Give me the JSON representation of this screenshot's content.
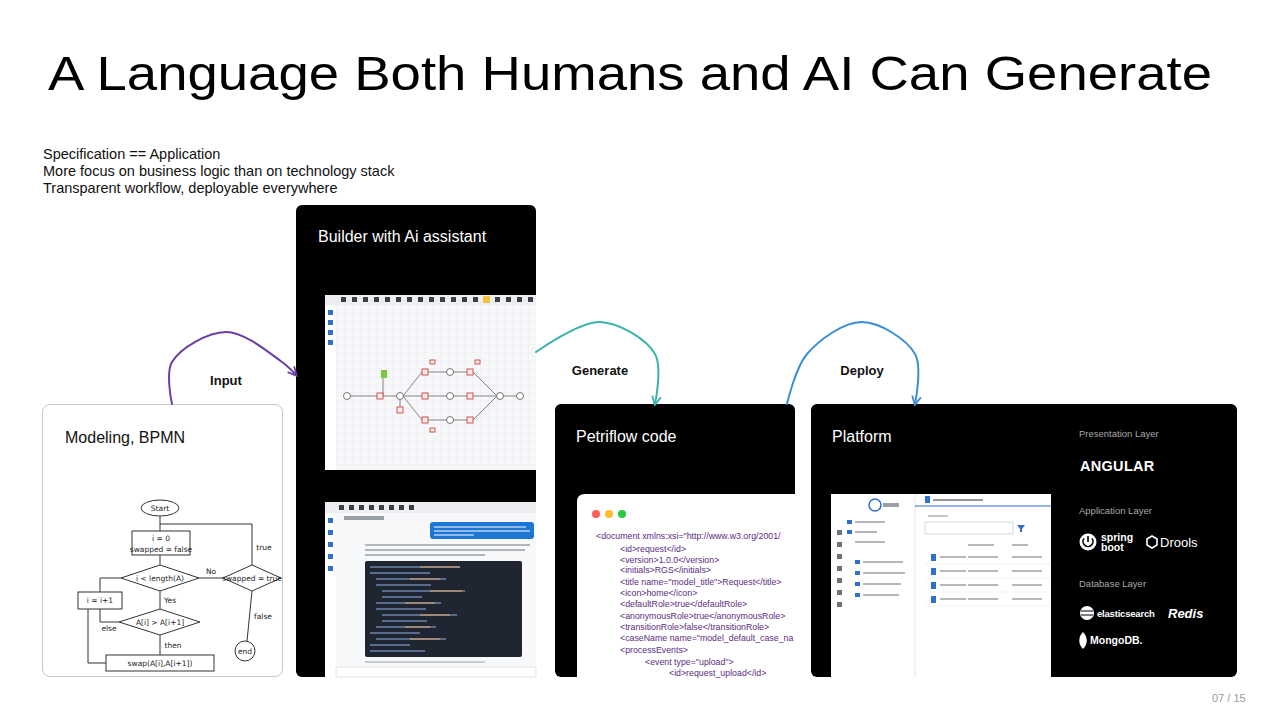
{
  "diagram": {
    "title": "A Language Both Humans and AI Can Generate",
    "nodes": [
      {
        "text": [
          "Modeling, BPMN"
        ]
      },
      {
        "text": [
          "Builder with Ai assistant"
        ]
      },
      {
        "text": [
          "Petriflow code"
        ]
      },
      {
        "text": [
          "Platform",
          "Presentation Layer",
          "ANGULAR",
          "Application Layer",
          "spring boot",
          "Drools",
          "Database Layer",
          "elasticsearch",
          "Redis",
          "MongoDB."
        ]
      }
    ],
    "edges": [
      {
        "from": 0,
        "to": 1,
        "arrow": "to",
        "label": "Input"
      },
      {
        "from": 1,
        "to": 2,
        "arrow": "to",
        "label": "Generate"
      },
      {
        "from": 2,
        "to": 3,
        "arrow": "to",
        "label": "Deploy"
      }
    ],
    "labels": [
      "Specification == Application",
      "More focus on business logic than on technology stack",
      "Transparent workflow, deployable everywhere",
      "Start",
      "i = 0",
      "swapped = false",
      "i < length(A)",
      "No",
      "swapped = true",
      "true",
      "false",
      "end",
      "Yes",
      "i = i+1",
      "A[i] > A[i+1]",
      "else",
      "then",
      "swap(A[i],A[i+1])",
      "<document xmlns:xsi=\"http://www.w3.org/2001/",
      "<id>request</id>",
      "<version>1.0.0</version>",
      "<initials>RGS</initials>",
      "<title name=\"model_title\">Request</title>",
      "<icon>home</icon>",
      "<defaultRole>true</defaultRole>",
      "<anonymousRole>true</anonymousRole>",
      "<transitionRole>false</transitionRole>",
      "<caseName name=\"model_default_case_na",
      "<processEvents>",
      "<event type=\"upload\">",
      "<id>request_upload</id>",
      "07 / 15"
    ]
  }
}
